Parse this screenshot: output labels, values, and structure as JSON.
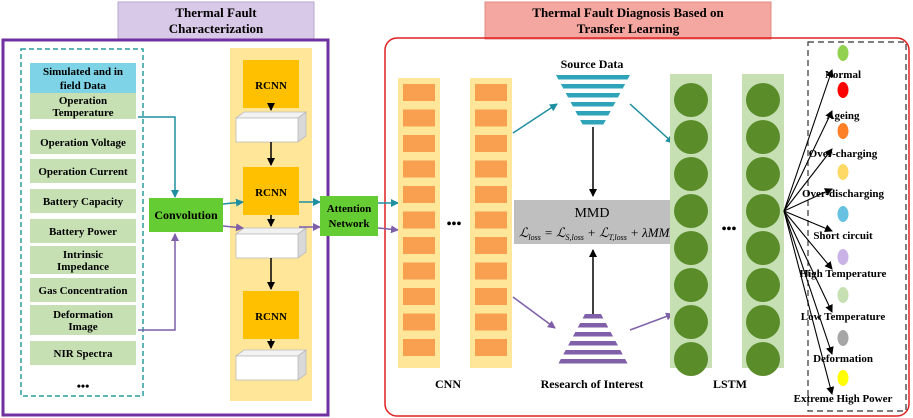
{
  "left_panel": {
    "title_line1": "Thermal Fault",
    "title_line2": "Characterization",
    "data_header_line1": "Simulated and in",
    "data_header_line2": "field  Data",
    "features": [
      [
        "Operation",
        "Temperature"
      ],
      [
        "Operation Voltage"
      ],
      [
        "Operation Current"
      ],
      [
        "Battery Capacity"
      ],
      [
        "Battery Power"
      ],
      [
        "Intrinsic",
        "Impedance"
      ],
      [
        "Gas Concentration"
      ],
      [
        "Deformation",
        "Image"
      ],
      [
        "NIR Spectra"
      ]
    ],
    "ellipsis": "•••",
    "convolution_label": "Convolution",
    "rcnn_labels": [
      "RCNN",
      "RCNN",
      "RCNN"
    ],
    "attention_line1": "Attention",
    "attention_line2": "Network"
  },
  "right_panel": {
    "title_line1": "Thermal Fault Diagnosis Based on",
    "title_line2": "Transfer Learning",
    "source_label": "Source Data",
    "target_label": "Research of Interest",
    "cnn_label": "CNN",
    "lstm_label": "LSTM",
    "mmd_title": "MMD",
    "ellipsis": "•••",
    "outputs": [
      {
        "label": "Normal",
        "color": "#92d050"
      },
      {
        "label": "Ageing",
        "color": "#ff0000"
      },
      {
        "label": "Over-charging",
        "color": "#ff7f27"
      },
      {
        "label": "Over-discharging",
        "color": "#ffd966"
      },
      {
        "label": "Short circuit",
        "color": "#66c2e0"
      },
      {
        "label": "High Temperature",
        "color": "#c9b3e6"
      },
      {
        "label": "Low Temperature",
        "color": "#c6e0b4"
      },
      {
        "label": "Deformation",
        "color": "#a6a6a6"
      },
      {
        "label": "Extreme High Power",
        "color": "#ffff00"
      }
    ]
  },
  "colors": {
    "left_title_bg": "#d9c9e8",
    "right_title_bg": "#f4a6a0",
    "left_border": "#7030a0",
    "right_border": "#e02020",
    "feature_box": "#c6e0b4",
    "header_box": "#7fd3e6",
    "dashed_teal": "#2a9d9d",
    "rcnn": "#ffc000",
    "yellow_column": "#ffe699",
    "green_module": "#66cc33",
    "cnn_column": "#ffe699",
    "cnn_cell": "#f8a050",
    "lstm_column": "#c6e0b4",
    "lstm_node": "#5b8c2a",
    "teal_arrow": "#1f8fa0",
    "purple_arrow": "#7e5fa8",
    "funnel_teal": "#2fa3b8",
    "funnel_purple": "#8060a8",
    "mmd_box": "#bfbfbf"
  }
}
